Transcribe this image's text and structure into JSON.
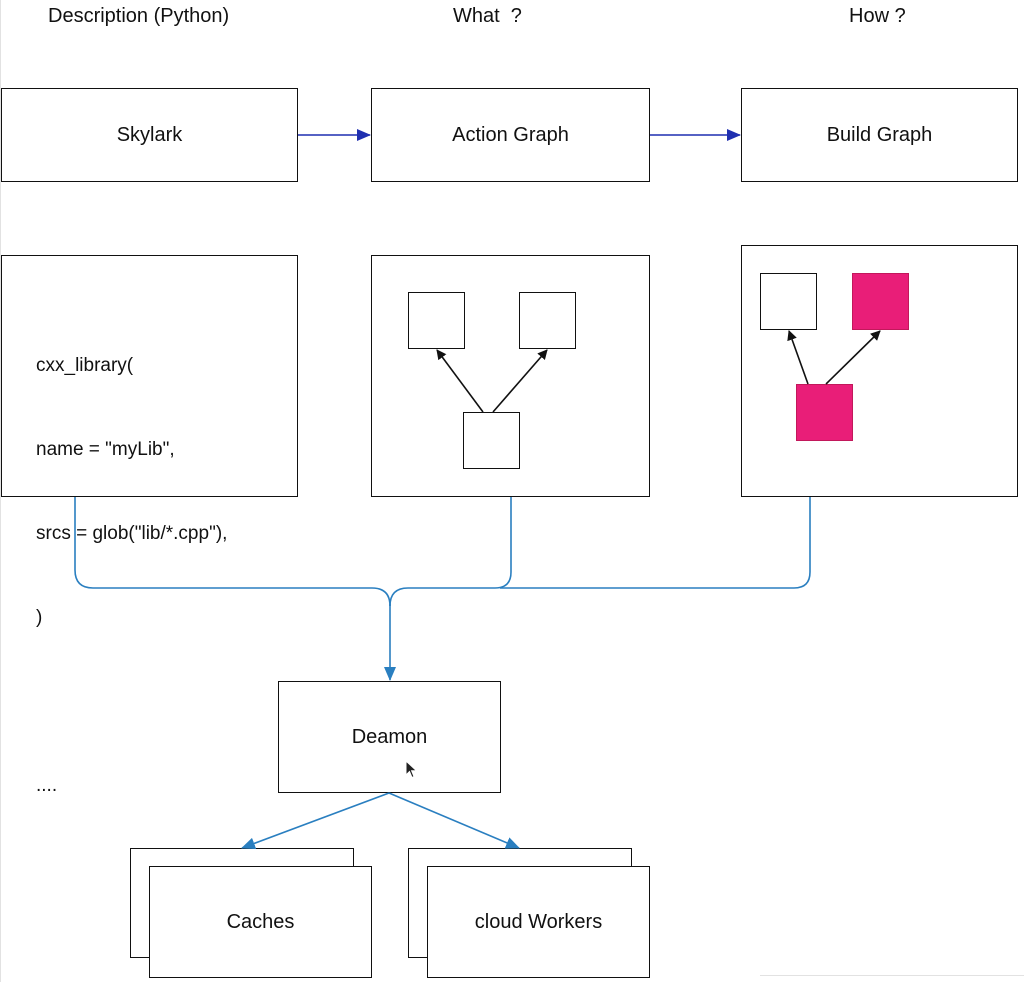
{
  "headers": {
    "description": "Description (Python)",
    "what": "What  ?",
    "how": "How ?"
  },
  "boxes": {
    "skylark": "Skylark",
    "action_graph": "Action Graph",
    "build_graph": "Build Graph",
    "deamon": "Deamon",
    "caches": "Caches",
    "cloud_workers": "cloud Workers"
  },
  "code_snippet": {
    "line1": "cxx_library(",
    "line2": "name = \"myLib\",",
    "line3": "srcs = glob(\"lib/*.cpp\"),",
    "line4": ")",
    "line5": "...."
  },
  "colors": {
    "top_arrow": "#1f2fb0",
    "connector": "#2a7fc0",
    "highlight_node": "#e91e78"
  }
}
